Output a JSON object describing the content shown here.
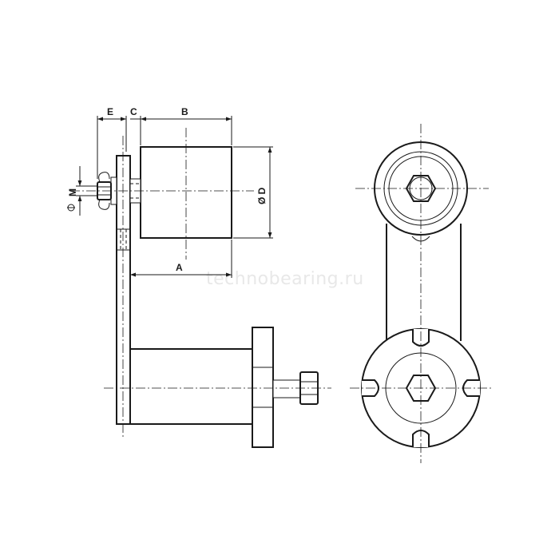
{
  "watermark": "technobearing.ru",
  "dimensions": {
    "e": "E",
    "c": "C",
    "b": "B",
    "a": "A",
    "d": "Ø D",
    "m": "M"
  }
}
